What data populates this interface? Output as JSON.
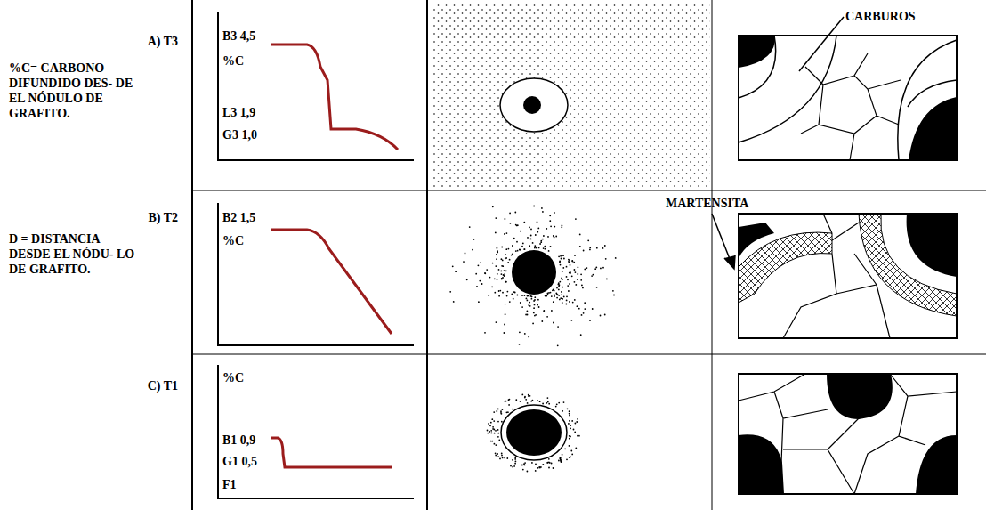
{
  "diagram": {
    "labels": [
      "A) T3",
      "%C= CARBONO DIFUNDIDO DES- DE EL NÓDULO DE GRAFITO.",
      "B) T2",
      "D = DISTANCIA DESDE EL NÓDU- LO DE GRAFITO.",
      "C) T1",
      "B3 4,5",
      "%C",
      "L3 1,9",
      "G3 1,0",
      "B2 1,5",
      "%C",
      "%C",
      "B1 0,9",
      "G1 0,5",
      "F1",
      "CARBUROS",
      "MARTENSITA"
    ]
  }
}
